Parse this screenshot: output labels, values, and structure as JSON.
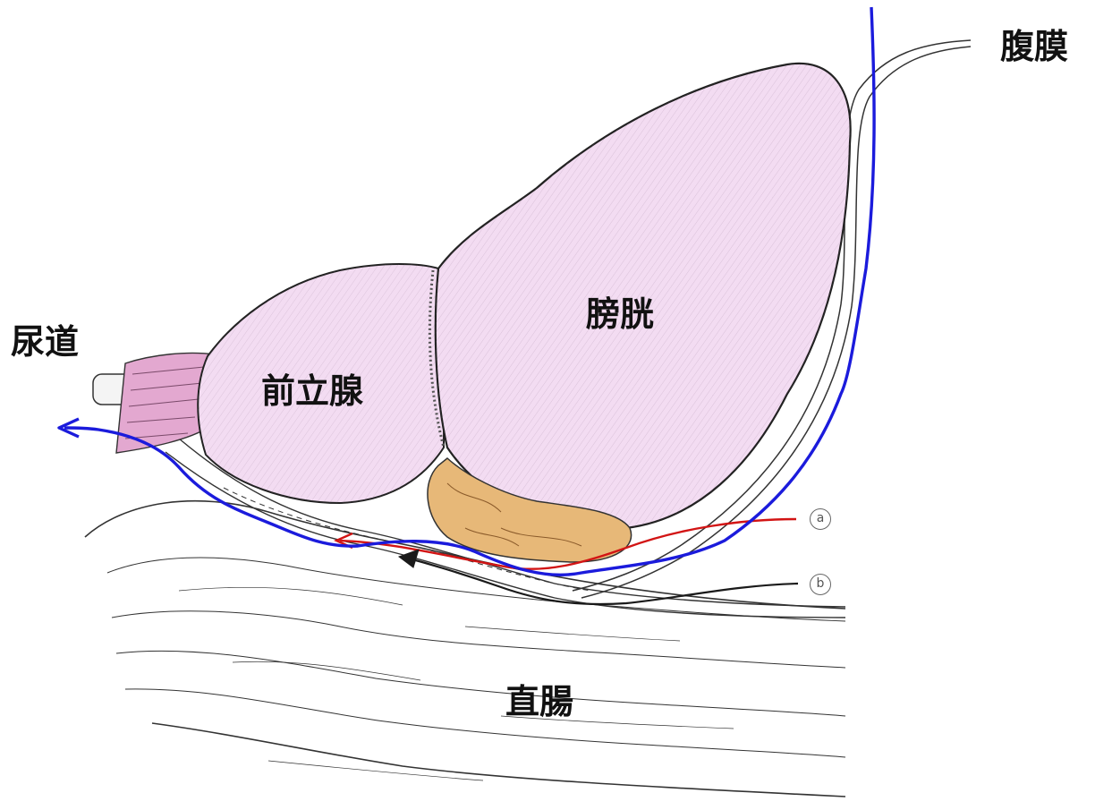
{
  "labels": {
    "peritoneum": "腹膜",
    "urethra": "尿道",
    "bladder": "膀胱",
    "prostate": "前立腺",
    "rectum": "直腸"
  },
  "markers": {
    "a": "a",
    "b": "b"
  },
  "colors": {
    "organ_fill": "#f3dcf2",
    "organ_stroke": "#222222",
    "seminal_vesicle": "#e7b878",
    "urethra_cuff": "#e3a8d0",
    "dissection_path": "#1b1bdc",
    "route_a": "#d21414",
    "route_b": "#1a1a1a"
  }
}
